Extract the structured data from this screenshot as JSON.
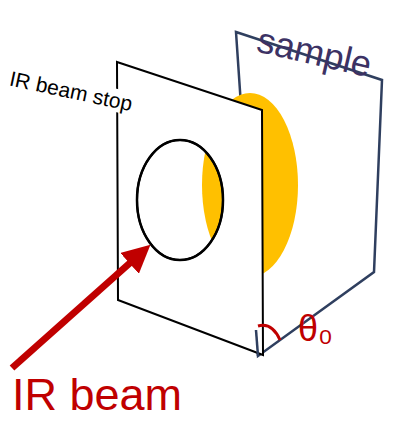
{
  "diagram": {
    "labels": [
      "IR beam stop",
      "sample",
      "IR beam",
      "θ₀"
    ]
  }
}
